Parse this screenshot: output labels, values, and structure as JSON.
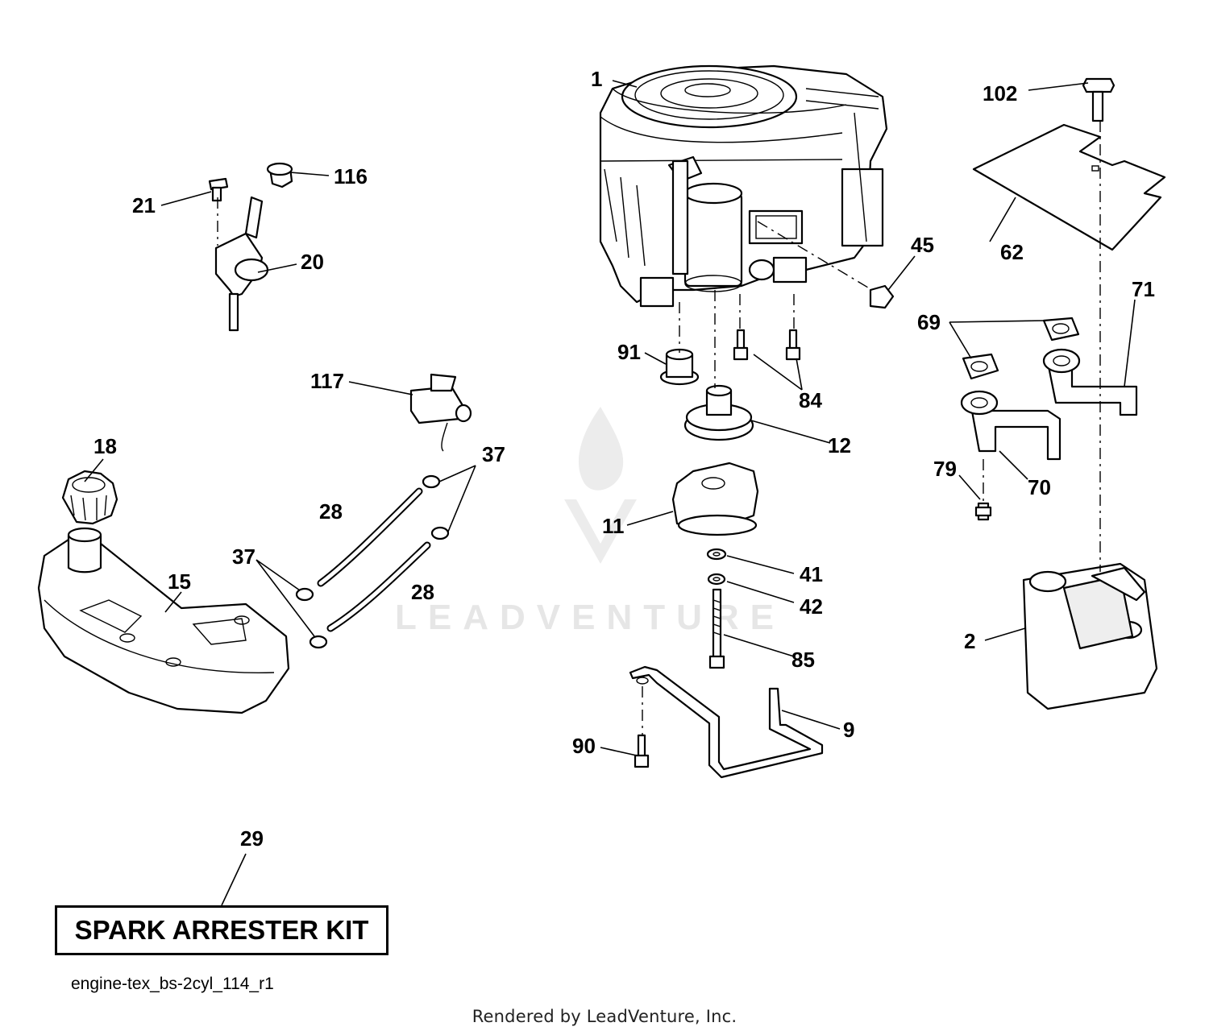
{
  "diagram": {
    "callouts": {
      "c1": "1",
      "c102": "102",
      "c116": "116",
      "c21": "21",
      "c20": "20",
      "c62": "62",
      "c45": "45",
      "c69": "69",
      "c71": "71",
      "c91": "91",
      "c84": "84",
      "c117": "117",
      "c12": "12",
      "c18": "18",
      "c37a": "37",
      "c37b": "37",
      "c28a": "28",
      "c28b": "28",
      "c79": "79",
      "c70": "70",
      "c11": "11",
      "c15": "15",
      "c41": "41",
      "c42": "42",
      "c2": "2",
      "c85": "85",
      "c9": "9",
      "c90": "90",
      "c29": "29"
    },
    "kit_label": "SPARK ARRESTER KIT",
    "diagram_id": "engine-tex_bs-2cyl_114_r1",
    "watermark": "LEADVENTURE",
    "footer": "Rendered by LeadVenture, Inc."
  }
}
